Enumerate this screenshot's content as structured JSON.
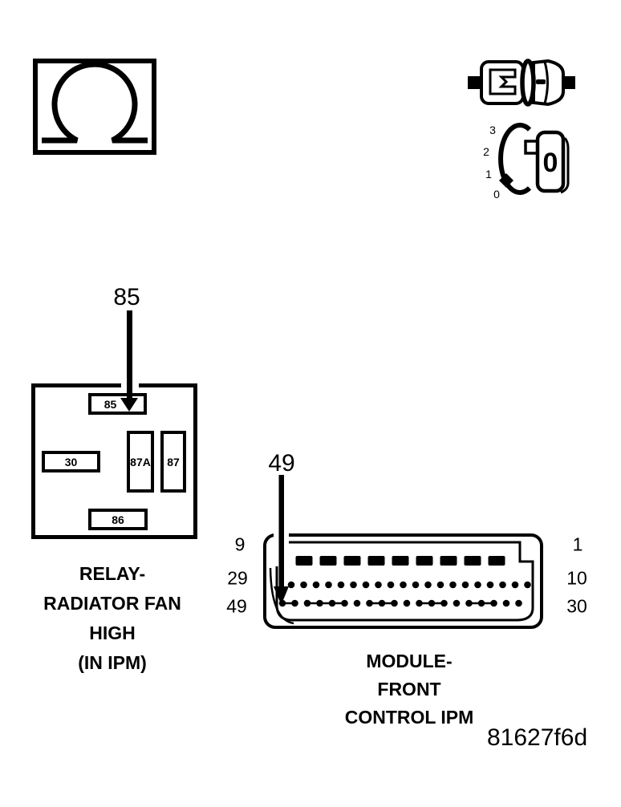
{
  "figure": {
    "id": "81627f6d"
  },
  "icons": {
    "ohmmeter": "ohmmeter-symbol",
    "fuse": "fuse-symbol",
    "ignition": {
      "positions": [
        "3",
        "2",
        "1",
        "0"
      ],
      "key_label": "0"
    }
  },
  "relay": {
    "callout": "85",
    "pins": {
      "p85": "85",
      "p30": "30",
      "p87a": "87A",
      "p87": "87",
      "p86": "86"
    },
    "caption_lines": [
      "RELAY-",
      "RADIATOR FAN",
      "HIGH",
      "(IN IPM)"
    ]
  },
  "connector": {
    "callout": "49",
    "left_labels": [
      "9",
      "29",
      "49"
    ],
    "right_labels": [
      "1",
      "10",
      "30"
    ],
    "rows": {
      "top_pins": 9,
      "middle_pins": 20,
      "bottom_pins": 20
    },
    "bottom_links": [
      [
        0,
        1
      ],
      [
        2,
        5
      ],
      [
        7,
        9
      ],
      [
        11,
        13
      ],
      [
        15,
        17
      ]
    ],
    "caption_lines": [
      "MODULE-",
      "FRONT",
      "CONTROL IPM"
    ]
  }
}
